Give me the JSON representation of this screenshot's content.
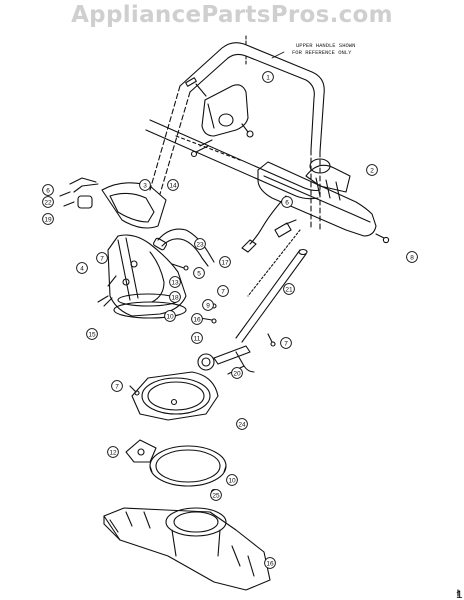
{
  "watermark": "AppliancePartsPros.com",
  "note_lines": [
    "UPPER HANDLE SHOWN",
    "FOR REFERENCE ONLY"
  ],
  "page_number": "1",
  "callouts": [
    {
      "label": "1"
    },
    {
      "label": "2"
    },
    {
      "label": "3"
    },
    {
      "label": "6"
    },
    {
      "label": "22"
    },
    {
      "label": "19"
    },
    {
      "label": "14"
    },
    {
      "label": "6"
    },
    {
      "label": "8"
    },
    {
      "label": "23"
    },
    {
      "label": "7"
    },
    {
      "label": "4"
    },
    {
      "label": "17"
    },
    {
      "label": "5"
    },
    {
      "label": "13"
    },
    {
      "label": "18"
    },
    {
      "label": "9"
    },
    {
      "label": "7"
    },
    {
      "label": "10"
    },
    {
      "label": "15"
    },
    {
      "label": "21"
    },
    {
      "label": "16"
    },
    {
      "label": "11"
    },
    {
      "label": "7"
    },
    {
      "label": "20"
    },
    {
      "label": "7"
    },
    {
      "label": "24"
    },
    {
      "label": "12"
    },
    {
      "label": "10"
    },
    {
      "label": "25"
    },
    {
      "label": "16"
    }
  ],
  "colors": {
    "line": "#111111",
    "watermark": "#cfcfcf",
    "background": "#ffffff"
  }
}
